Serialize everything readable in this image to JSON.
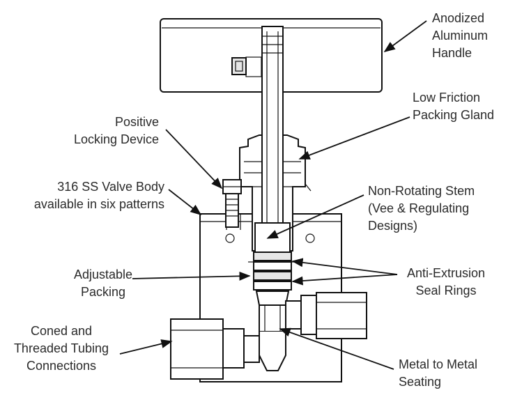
{
  "labels": {
    "handle": [
      "Anodized",
      "Aluminum",
      "Handle"
    ],
    "packing_gland": [
      "Low Friction",
      "Packing Gland"
    ],
    "locking_device": [
      "Positive",
      "Locking Device"
    ],
    "valve_body": [
      "316 SS Valve Body",
      "available in six patterns"
    ],
    "stem": [
      "Non-Rotating Stem",
      "(Vee &  Regulating",
      "Designs)"
    ],
    "adjustable_packing": [
      "Adjustable",
      "Packing"
    ],
    "seal_rings": [
      "Anti-Extrusion",
      "Seal Rings"
    ],
    "tubing": [
      "Coned and",
      "Threaded Tubing",
      "Connections"
    ],
    "seating": [
      "Metal to Metal",
      "Seating"
    ]
  }
}
